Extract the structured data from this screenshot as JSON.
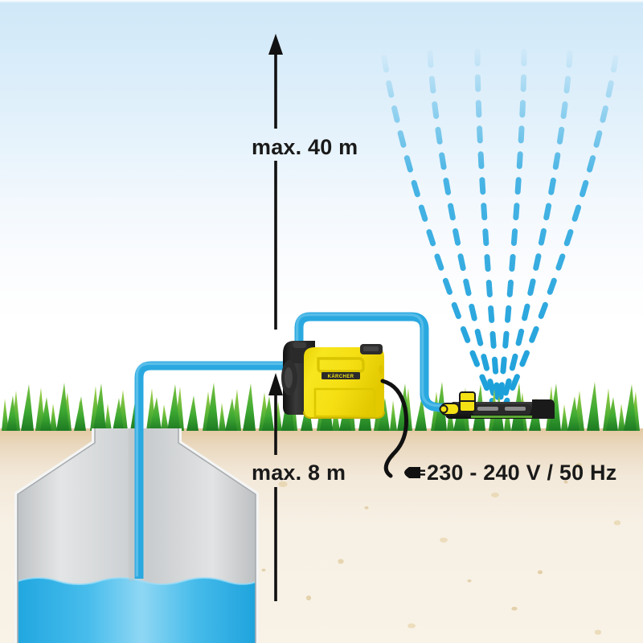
{
  "scene": {
    "title": "Garden pump installation diagram",
    "sky_color_top": "#cfe8f8",
    "sky_color_bottom": "#ffffff",
    "ground_color": "#f3e9da",
    "grass_color": "#3faa33",
    "water_color": "#29ace3",
    "hose_color": "#2aa8e0",
    "pump_body_color": "#f5e214",
    "pump_motor_color": "#2b2b2b",
    "cable_color": "#111111"
  },
  "labels": {
    "max_head": "max. 40 m",
    "max_suction": "max. 8 m",
    "power_supply": "230 - 240 V / 50 Hz"
  },
  "icons": {
    "plug": "power-plug-icon",
    "arrow_up_head": "arrow-up-icon",
    "arrow_up_suction": "arrow-up-icon"
  },
  "components": {
    "pump": {
      "name": "Kärcher garden pump",
      "brand": "KÄRCHER",
      "body_color": "#f5e214"
    },
    "sprinkler": {
      "name": "Oscillating lawn sprinkler",
      "body_color": "#231f20",
      "accent_color": "#f5e214"
    },
    "cistern": {
      "name": "Water cistern / well",
      "wall_color": "#d5d7d9",
      "water_color": "#29ace3"
    },
    "suction_hose": {
      "name": "Suction hose",
      "color": "#2aa8e0"
    },
    "pressure_hose": {
      "name": "Pressure hose",
      "color": "#2aa8e0"
    },
    "power_cable": {
      "name": "Power cable",
      "color": "#111111"
    }
  },
  "spray": {
    "jet_count": 6,
    "jet_color": "#2aa8e0",
    "style": "dashed"
  }
}
